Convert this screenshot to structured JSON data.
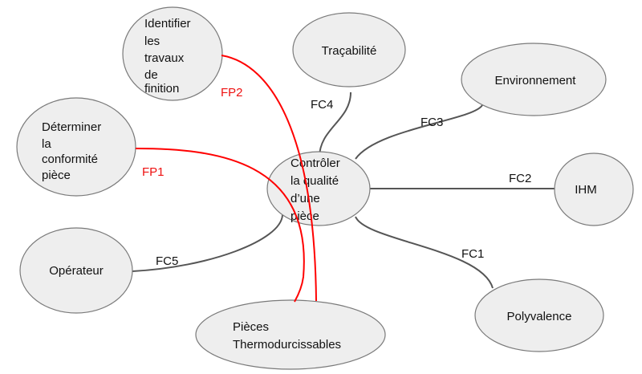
{
  "diagram": {
    "type": "pieuvre (octopus) functional diagram",
    "colors": {
      "node_fill": "#eeeeee",
      "node_stroke": "#7a7a7a",
      "constraint_link": "#555555",
      "principal_link": "#ff0000",
      "principal_label": "#ee1111"
    },
    "nodes": {
      "center": {
        "lines": [
          "Contrôler",
          "la qualité",
          "d’une",
          "pièce"
        ]
      },
      "identifier": {
        "lines": [
          "Identifier",
          "les",
          "travaux",
          "de",
          "finition"
        ]
      },
      "determiner": {
        "lines": [
          "Déterminer",
          "la",
          "conformité",
          "pièce"
        ]
      },
      "operateur": {
        "lines": [
          "Opérateur"
        ]
      },
      "pieces": {
        "lines": [
          "Pièces",
          "Thermodurcissables"
        ]
      },
      "tracabilite": {
        "lines": [
          "Traçabilité"
        ]
      },
      "environnement": {
        "lines": [
          "Environnement"
        ]
      },
      "ihm": {
        "lines": [
          "IHM"
        ]
      },
      "polyvalence": {
        "lines": [
          "Polyvalence"
        ]
      }
    },
    "links": {
      "fc1": "FC1",
      "fc2": "FC2",
      "fc3": "FC3",
      "fc4": "FC4",
      "fc5": "FC5",
      "fp1": "FP1",
      "fp2": "FP2"
    }
  }
}
